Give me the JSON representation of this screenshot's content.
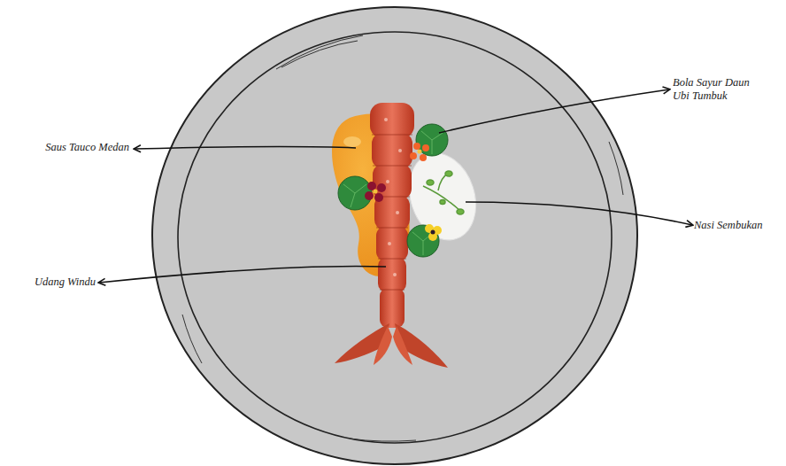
{
  "diagram": {
    "labels": [
      "Bola Sayur Daun Ubi Tumbuk",
      "Saus Tauco Medan",
      "Nasi Sembukan",
      "Udang Windu"
    ]
  }
}
